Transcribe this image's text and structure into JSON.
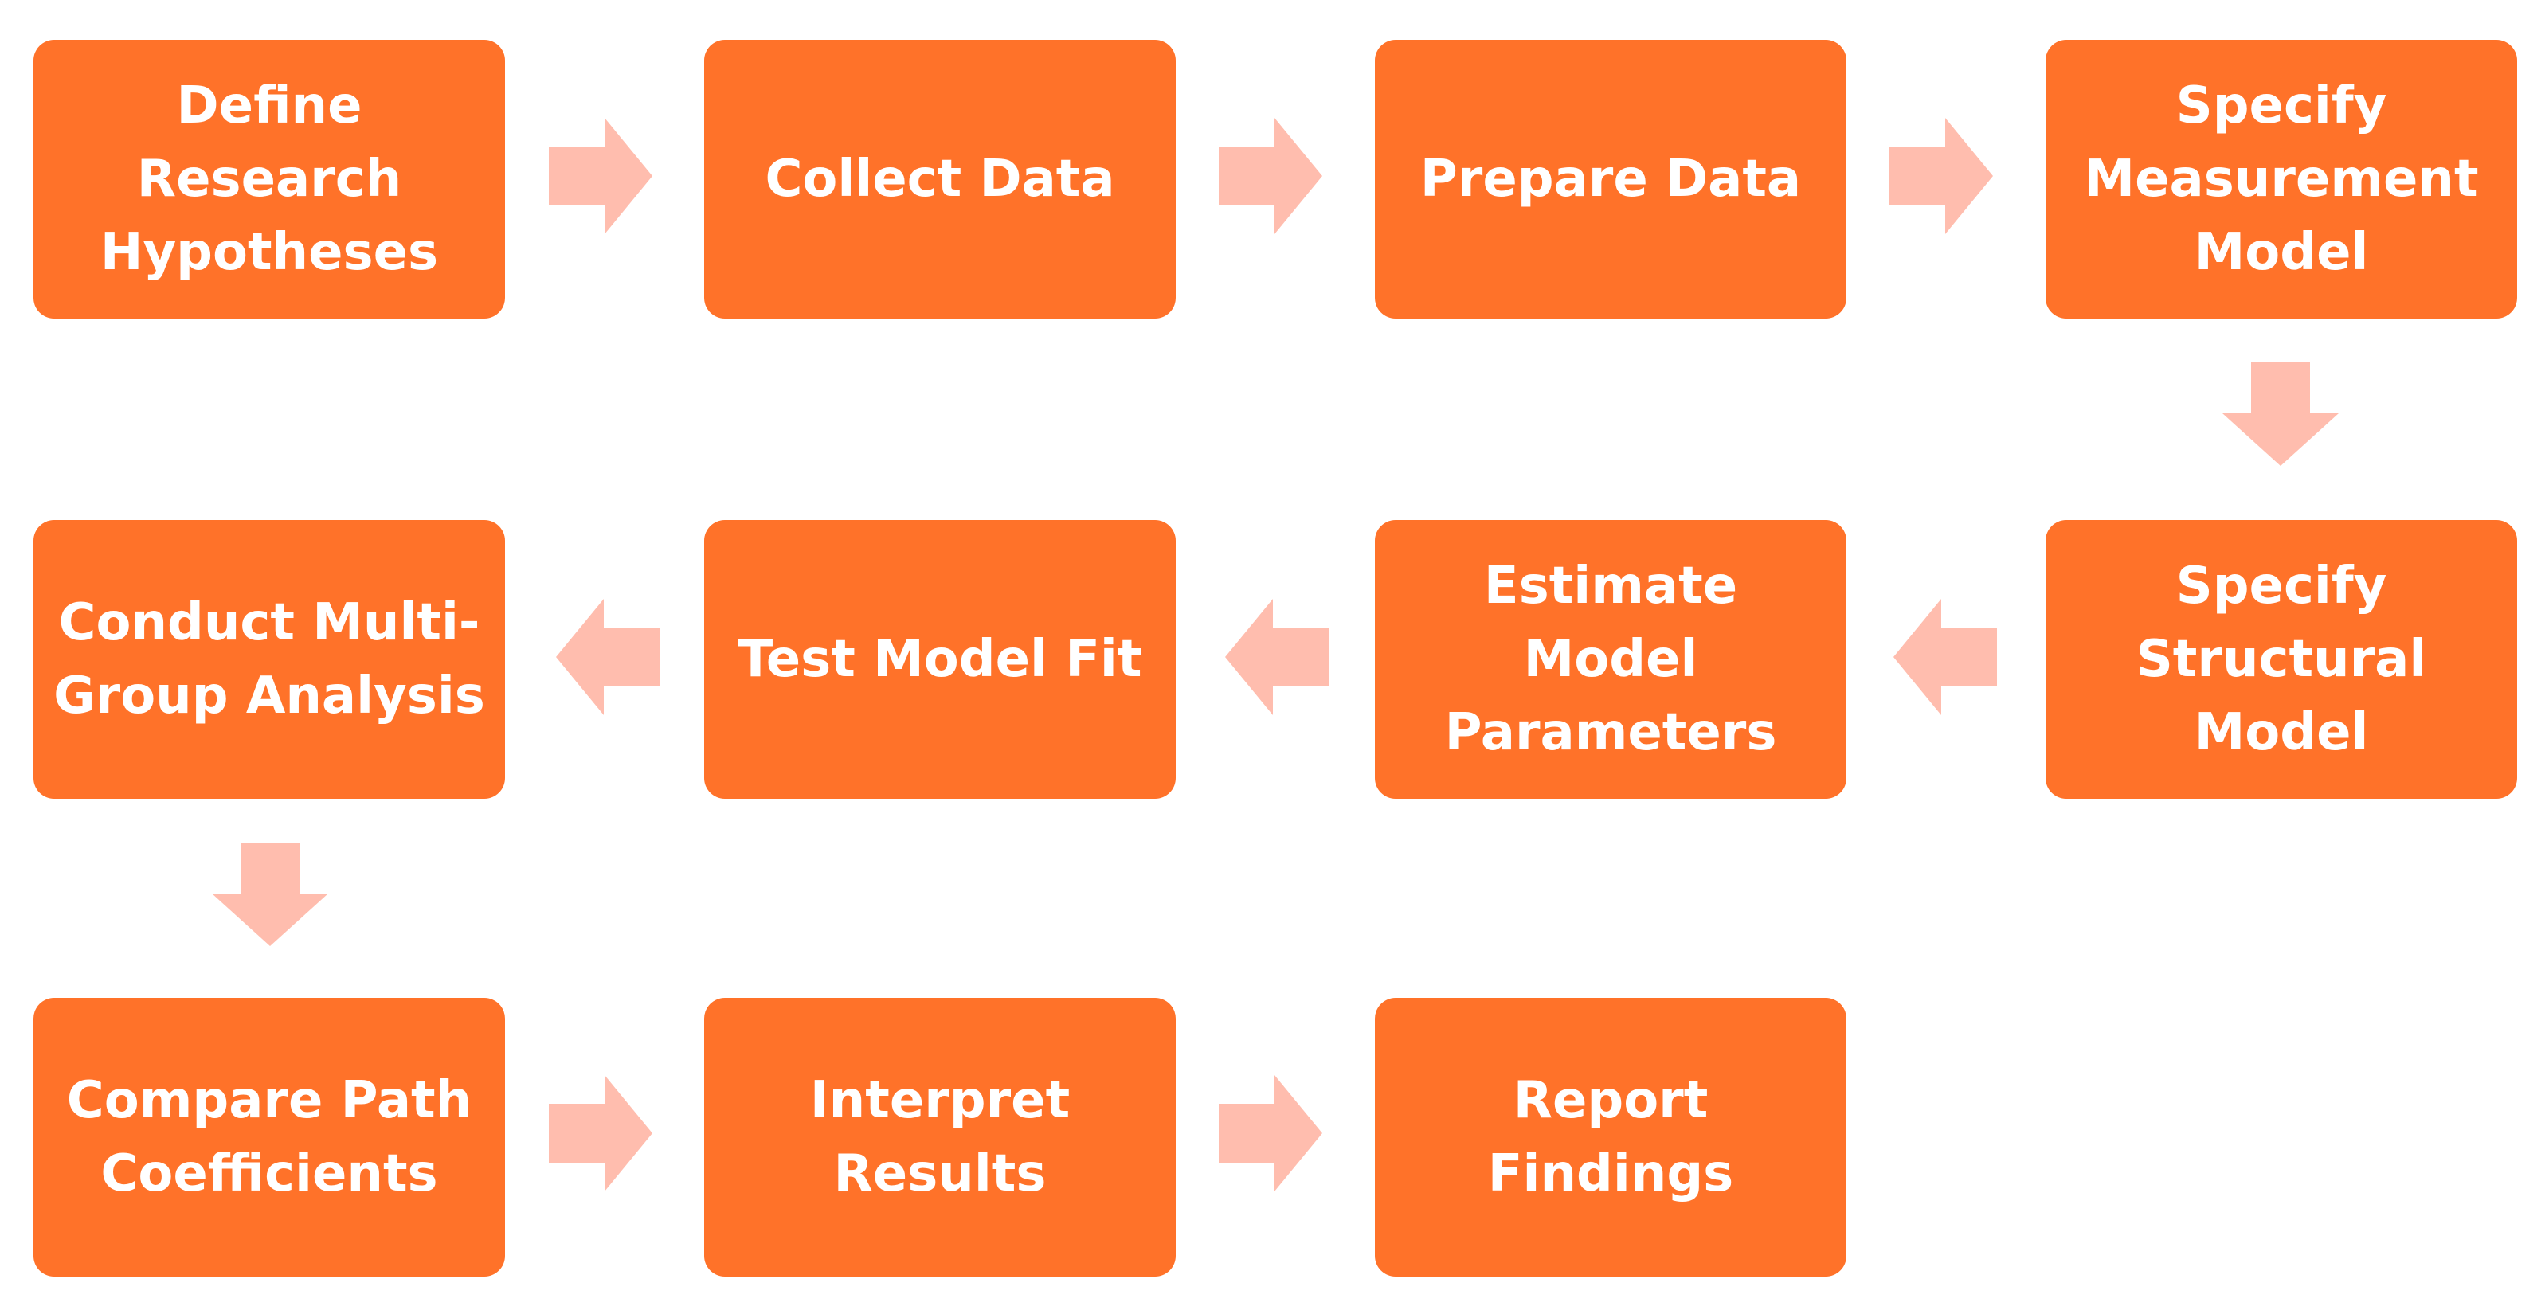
{
  "colors": {
    "box_fill": "#FF7229",
    "box_text": "#FFFFFF",
    "arrow_fill": "#FFBDAE",
    "background": "#FFFFFF"
  },
  "steps": [
    {
      "id": "define",
      "label": "Define\nResearch\nHypotheses"
    },
    {
      "id": "collect",
      "label": "Collect Data"
    },
    {
      "id": "prepare",
      "label": "Prepare Data"
    },
    {
      "id": "measurement",
      "label": "Specify\nMeasurement\nModel"
    },
    {
      "id": "structural",
      "label": "Specify\nStructural\nModel"
    },
    {
      "id": "estimate",
      "label": "Estimate\nModel\nParameters"
    },
    {
      "id": "fit",
      "label": "Test Model Fit"
    },
    {
      "id": "multigroup",
      "label": "Conduct Multi-\nGroup Analysis"
    },
    {
      "id": "compare",
      "label": "Compare Path\nCoefficients"
    },
    {
      "id": "interpret",
      "label": "Interpret\nResults"
    },
    {
      "id": "report",
      "label": "Report\nFindings"
    }
  ],
  "connections": [
    {
      "from": "define",
      "to": "collect",
      "direction": "right"
    },
    {
      "from": "collect",
      "to": "prepare",
      "direction": "right"
    },
    {
      "from": "prepare",
      "to": "measurement",
      "direction": "right"
    },
    {
      "from": "measurement",
      "to": "structural",
      "direction": "down"
    },
    {
      "from": "structural",
      "to": "estimate",
      "direction": "left"
    },
    {
      "from": "estimate",
      "to": "fit",
      "direction": "left"
    },
    {
      "from": "fit",
      "to": "multigroup",
      "direction": "left"
    },
    {
      "from": "multigroup",
      "to": "compare",
      "direction": "down"
    },
    {
      "from": "compare",
      "to": "interpret",
      "direction": "right"
    },
    {
      "from": "interpret",
      "to": "report",
      "direction": "right"
    }
  ]
}
